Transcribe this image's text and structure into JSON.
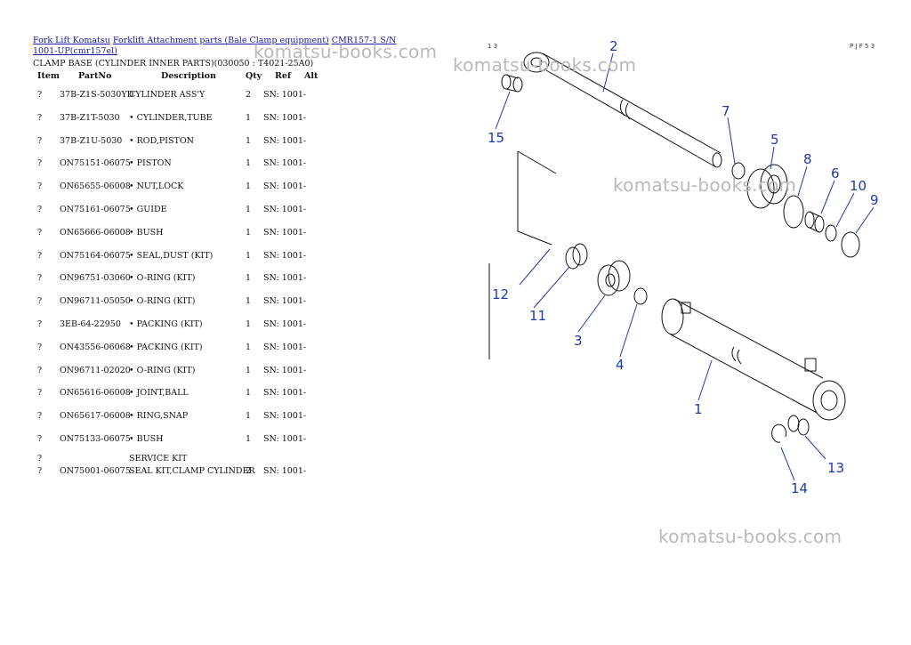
{
  "breadcrumb": {
    "link1": "Fork Lift Komatsu",
    "link2": "Forklift Attachment parts (Bale Clamp equipment)",
    "link3": "CMR157-1 S/N 1001-UP(cmr157el)"
  },
  "title": "CLAMP BASE (CYLINDER INNER PARTS)(030050 : T4021-25A0)",
  "columns": [
    "Item",
    "PartNo",
    "Description",
    "Qty",
    "Ref",
    "Alt"
  ],
  "rows": [
    {
      "item": "?",
      "part": "37B-Z1S-5030YD",
      "desc": "CYLINDER ASS'Y",
      "qty": "2",
      "ref": "SN: 1001-"
    },
    {
      "item": "?",
      "part": "37B-Z1T-5030",
      "desc": "• CYLINDER,TUBE",
      "qty": "1",
      "ref": "SN: 1001-"
    },
    {
      "item": "?",
      "part": "37B-Z1U-5030",
      "desc": "• ROD,PISTON",
      "qty": "1",
      "ref": "SN: 1001-"
    },
    {
      "item": "?",
      "part": "ON75151-06075",
      "desc": "• PISTON",
      "qty": "1",
      "ref": "SN: 1001-"
    },
    {
      "item": "?",
      "part": "ON65655-06008",
      "desc": "• NUT,LOCK",
      "qty": "1",
      "ref": "SN: 1001-"
    },
    {
      "item": "?",
      "part": "ON75161-06075",
      "desc": "• GUIDE",
      "qty": "1",
      "ref": "SN: 1001-"
    },
    {
      "item": "?",
      "part": "ON65666-06008",
      "desc": "• BUSH",
      "qty": "1",
      "ref": "SN: 1001-"
    },
    {
      "item": "?",
      "part": "ON75164-06075",
      "desc": "• SEAL,DUST (KIT)",
      "qty": "1",
      "ref": "SN: 1001-"
    },
    {
      "item": "?",
      "part": "ON96751-03060",
      "desc": "• O-RING (KIT)",
      "qty": "1",
      "ref": "SN: 1001-"
    },
    {
      "item": "?",
      "part": "ON96711-05050",
      "desc": "• O-RING (KIT)",
      "qty": "1",
      "ref": "SN: 1001-"
    },
    {
      "item": "?",
      "part": "3EB-64-22950",
      "desc": "• PACKING (KIT)",
      "qty": "1",
      "ref": "SN: 1001-"
    },
    {
      "item": "?",
      "part": "ON43556-06068",
      "desc": "• PACKING (KIT)",
      "qty": "1",
      "ref": "SN: 1001-"
    },
    {
      "item": "?",
      "part": "ON96711-02020",
      "desc": "• O-RING (KIT)",
      "qty": "1",
      "ref": "SN: 1001-"
    },
    {
      "item": "?",
      "part": "ON65616-06008",
      "desc": "• JOINT,BALL",
      "qty": "1",
      "ref": "SN: 1001-"
    },
    {
      "item": "?",
      "part": "ON65617-06008",
      "desc": "• RING,SNAP",
      "qty": "1",
      "ref": "SN: 1001-"
    },
    {
      "item": "?",
      "part": "ON75133-06075",
      "desc": "• BUSH",
      "qty": "1",
      "ref": "SN: 1001-"
    }
  ],
  "service_kit": {
    "item_a": "?",
    "heading": "SERVICE KIT",
    "item_b": "?",
    "part": "ON75001-06075",
    "desc": "SEAL KIT,CLAMP CYLINDER",
    "qty": "2",
    "ref": "SN: 1001-"
  },
  "watermark": "komatsu-books.com",
  "diagram": {
    "corner_left": "1 3",
    "corner_right": "P J F 5 3",
    "callouts": [
      "1",
      "2",
      "3",
      "4",
      "5",
      "6",
      "7",
      "8",
      "9",
      "10",
      "11",
      "12",
      "13",
      "14",
      "15"
    ]
  }
}
